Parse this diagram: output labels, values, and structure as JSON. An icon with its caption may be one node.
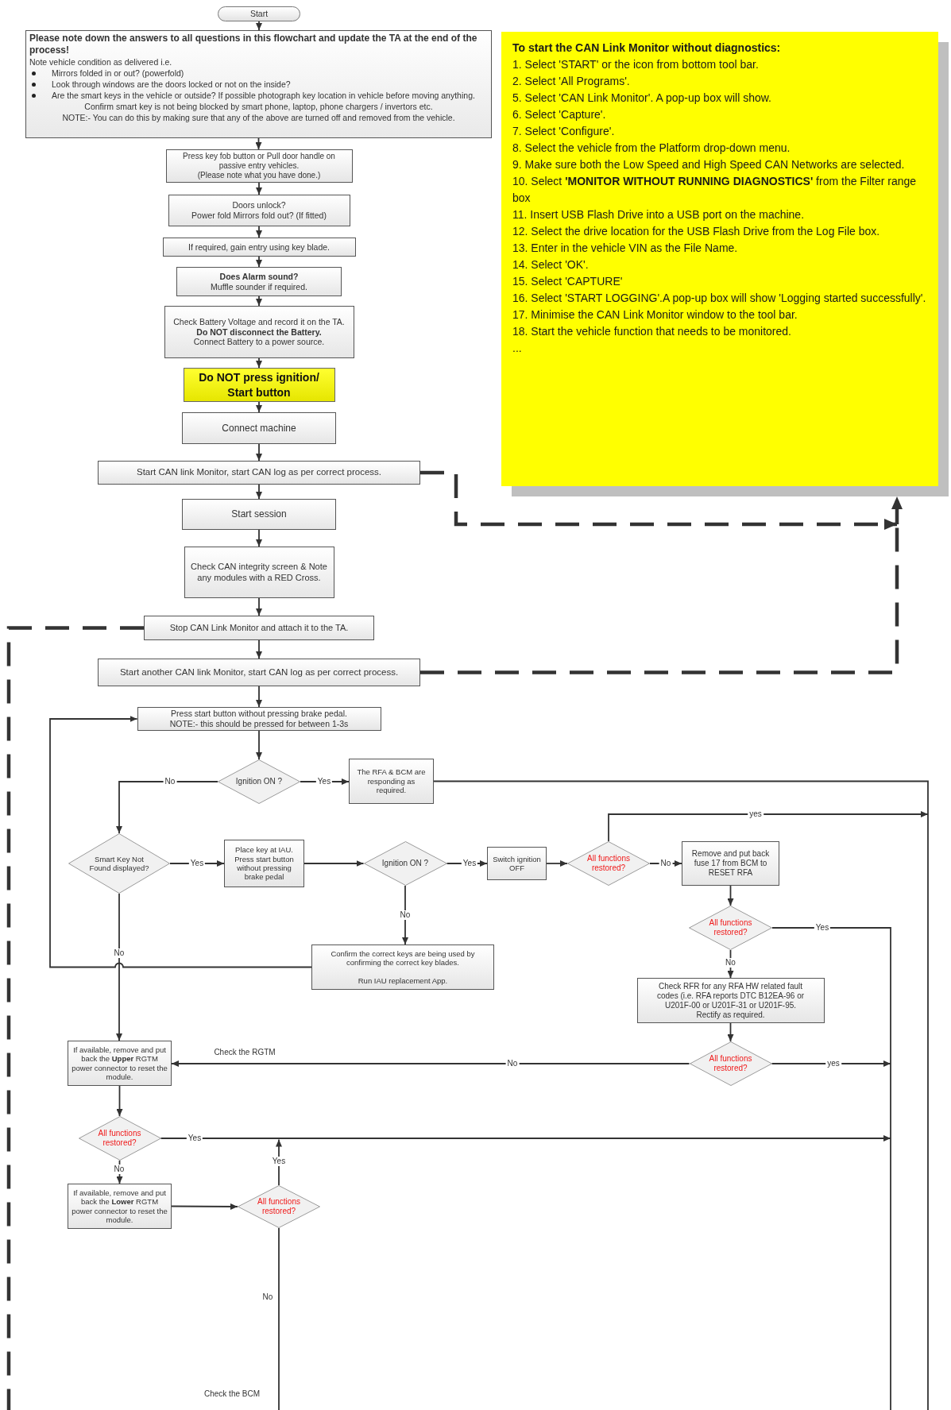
{
  "diagram": {
    "nodes": [
      {
        "text": [
          "Start"
        ]
      },
      {
        "text": [
          "Please note down the answers to all questions in this flowchart and update the TA at the end of the process!",
          "Note vehicle condition as delivered i.e.",
          "Mirrors folded in or out? (powerfold)",
          "Look through windows are the doors locked or not on the inside?",
          "Are the smart keys in the vehicle or outside? If possible photograph key location in vehicle before moving anything.",
          "Confirm smart key is not being blocked by smart phone, laptop, phone chargers / invertors etc.",
          "NOTE:- You can do this by making sure that any of the above are turned off and removed from the vehicle."
        ]
      },
      {
        "text": [
          "To start the CAN Link Monitor without diagnostics:",
          "1. Select 'START' or the icon from bottom tool bar.",
          "2. Select 'All Programs'.",
          "5. Select 'CAN Link Monitor'. A pop-up box will show.",
          "6. Select 'Capture'.",
          "7. Select 'Configure'.",
          "8. Select the vehicle from the Platform drop-down menu.",
          "9. Make sure both the Low Speed and High Speed CAN Networks are selected.",
          "10. Select **'MONITOR WITHOUT RUNNING DIAGNOSTICS'** from the Filter range box",
          "11. Insert USB Flash Drive into a USB port on the machine.",
          "12. Select the drive location for the USB Flash Drive from the Log File box.",
          "13. Enter in the vehicle VIN as the File Name.",
          "14. Select 'OK'.",
          "15. Select 'CAPTURE'",
          "16. Select 'START LOGGING'.A pop-up box will show 'Logging started successfully'.",
          "17. Minimise the CAN Link Monitor window to the tool bar.",
          "18. Start the vehicle function that needs to be monitored.",
          "..."
        ]
      },
      {
        "text": [
          "Press key fob button or Pull door handle on passive entry vehicles.",
          "(Please note what you have done.)"
        ]
      },
      {
        "text": [
          "Doors unlock?",
          "Power fold Mirrors fold out? (If fitted)"
        ]
      },
      {
        "text": [
          "If required, gain entry using key blade."
        ]
      },
      {
        "text": [
          "Does Alarm sound?",
          "Muffle sounder if required."
        ]
      },
      {
        "text": [
          "Check Battery Voltage and record it on the TA.",
          "Do NOT disconnect the Battery.",
          "Connect Battery to a power source."
        ]
      },
      {
        "text": [
          "Do NOT press ignition/ Start button"
        ]
      },
      {
        "text": [
          "Connect machine"
        ]
      },
      {
        "text": [
          "Start CAN link Monitor, start CAN log as per correct process."
        ]
      },
      {
        "text": [
          "Start session"
        ]
      },
      {
        "text": [
          "Check CAN integrity screen & Note any modules with a RED Cross."
        ]
      },
      {
        "text": [
          "Stop CAN Link Monitor and attach it to the TA."
        ]
      },
      {
        "text": [
          "Start another CAN link Monitor, start CAN log as per correct process."
        ]
      },
      {
        "text": [
          "Press start button without pressing brake pedal.",
          "NOTE:- this should be pressed for between 1-3s"
        ]
      },
      {
        "text": [
          "Ignition ON ?"
        ]
      },
      {
        "text": [
          "The RFA & BCM are responding as required."
        ]
      },
      {
        "text": [
          "Smart Key Not Found displayed?"
        ]
      },
      {
        "text": [
          "Place key at IAU. Press start button without pressing brake pedal"
        ]
      },
      {
        "text": [
          "Ignition ON ?"
        ]
      },
      {
        "text": [
          "Switch ignition OFF"
        ]
      },
      {
        "text": [
          "All functions restored?"
        ]
      },
      {
        "text": [
          "Remove and put back fuse 17 from BCM to RESET RFA"
        ]
      },
      {
        "text": [
          "All functions restored?"
        ]
      },
      {
        "text": [
          "Confirm the correct keys are being used by confirming the correct key blades.",
          "Run IAU replacement App."
        ]
      },
      {
        "text": [
          "Check RFR for any RFA HW related fault codes (i.e. RFA reports DTC B12EA-96 or U201F-00 or U201F-31 or U201F-95.",
          "Rectify as required."
        ]
      },
      {
        "text": [
          "If available, remove and put back the **Upper** RGTM power connector to reset the module."
        ]
      },
      {
        "text": [
          "All functions restored?"
        ]
      },
      {
        "text": [
          "All functions restored?"
        ]
      },
      {
        "text": [
          "If available, remove and put back the **Lower** RGTM power connector to reset the module."
        ]
      },
      {
        "text": [
          "All functions restored?"
        ]
      }
    ],
    "edges": [
      {
        "from": 0,
        "to": 1,
        "arrow": "to"
      },
      {
        "from": 1,
        "to": 3,
        "arrow": "to"
      },
      {
        "from": 3,
        "to": 4,
        "arrow": "to"
      },
      {
        "from": 4,
        "to": 5,
        "arrow": "to"
      },
      {
        "from": 5,
        "to": 6,
        "arrow": "to"
      },
      {
        "from": 6,
        "to": 7,
        "arrow": "to"
      },
      {
        "from": 7,
        "to": 8,
        "arrow": "to"
      },
      {
        "from": 8,
        "to": 9,
        "arrow": "to"
      },
      {
        "from": 9,
        "to": 10,
        "arrow": "to"
      },
      {
        "from": 10,
        "to": 11,
        "arrow": "to"
      },
      {
        "from": 11,
        "to": 12,
        "arrow": "to"
      },
      {
        "from": 12,
        "to": 13,
        "arrow": "to"
      },
      {
        "from": 13,
        "to": 14,
        "arrow": "to"
      },
      {
        "from": 14,
        "to": 15,
        "arrow": "to"
      },
      {
        "from": 10,
        "to": 2,
        "arrow": "to",
        "style": "dashed"
      },
      {
        "from": 14,
        "to": 2,
        "arrow": "to",
        "style": "dashed"
      },
      {
        "from": 13,
        "to": null,
        "arrow": "none",
        "style": "dashed"
      },
      {
        "from": 15,
        "to": 16,
        "arrow": "to"
      },
      {
        "from": 16,
        "to": 17,
        "arrow": "to",
        "label": "Yes"
      },
      {
        "from": 16,
        "to": 18,
        "arrow": "to",
        "label": "No"
      },
      {
        "from": 17,
        "to": null,
        "arrow": "none"
      },
      {
        "from": 18,
        "to": 19,
        "arrow": "to",
        "label": "Yes"
      },
      {
        "from": 18,
        "to": 27,
        "arrow": "to",
        "label": "No"
      },
      {
        "from": 19,
        "to": 20,
        "arrow": "to"
      },
      {
        "from": 20,
        "to": 21,
        "arrow": "to",
        "label": "Yes"
      },
      {
        "from": 20,
        "to": 25,
        "arrow": "to",
        "label": "No"
      },
      {
        "from": 25,
        "to": 15,
        "arrow": "to"
      },
      {
        "from": 21,
        "to": 22,
        "arrow": "to"
      },
      {
        "from": 22,
        "to": 23,
        "arrow": "to",
        "label": "No"
      },
      {
        "from": 22,
        "to": null,
        "arrow": "to",
        "label": "yes"
      },
      {
        "from": 23,
        "to": 24,
        "arrow": "to"
      },
      {
        "from": 24,
        "to": 26,
        "arrow": "to",
        "label": "No"
      },
      {
        "from": 24,
        "to": null,
        "arrow": "none",
        "label": "Yes"
      },
      {
        "from": 26,
        "to": 28,
        "arrow": "to"
      },
      {
        "from": 28,
        "to": 27,
        "arrow": "to",
        "label": "No"
      },
      {
        "from": 28,
        "to": null,
        "arrow": "to",
        "label": "yes"
      },
      {
        "from": 27,
        "to": 29,
        "arrow": "to"
      },
      {
        "from": 29,
        "to": 30,
        "arrow": "to",
        "label": "No"
      },
      {
        "from": 29,
        "to": null,
        "arrow": "to",
        "label": "Yes"
      },
      {
        "from": 30,
        "to": 31,
        "arrow": "to"
      },
      {
        "from": 31,
        "to": null,
        "arrow": "to",
        "label": "Yes"
      },
      {
        "from": 31,
        "to": null,
        "arrow": "none",
        "label": "No"
      }
    ],
    "labels": [
      "Check the RGTM",
      "Check the BCM"
    ]
  }
}
